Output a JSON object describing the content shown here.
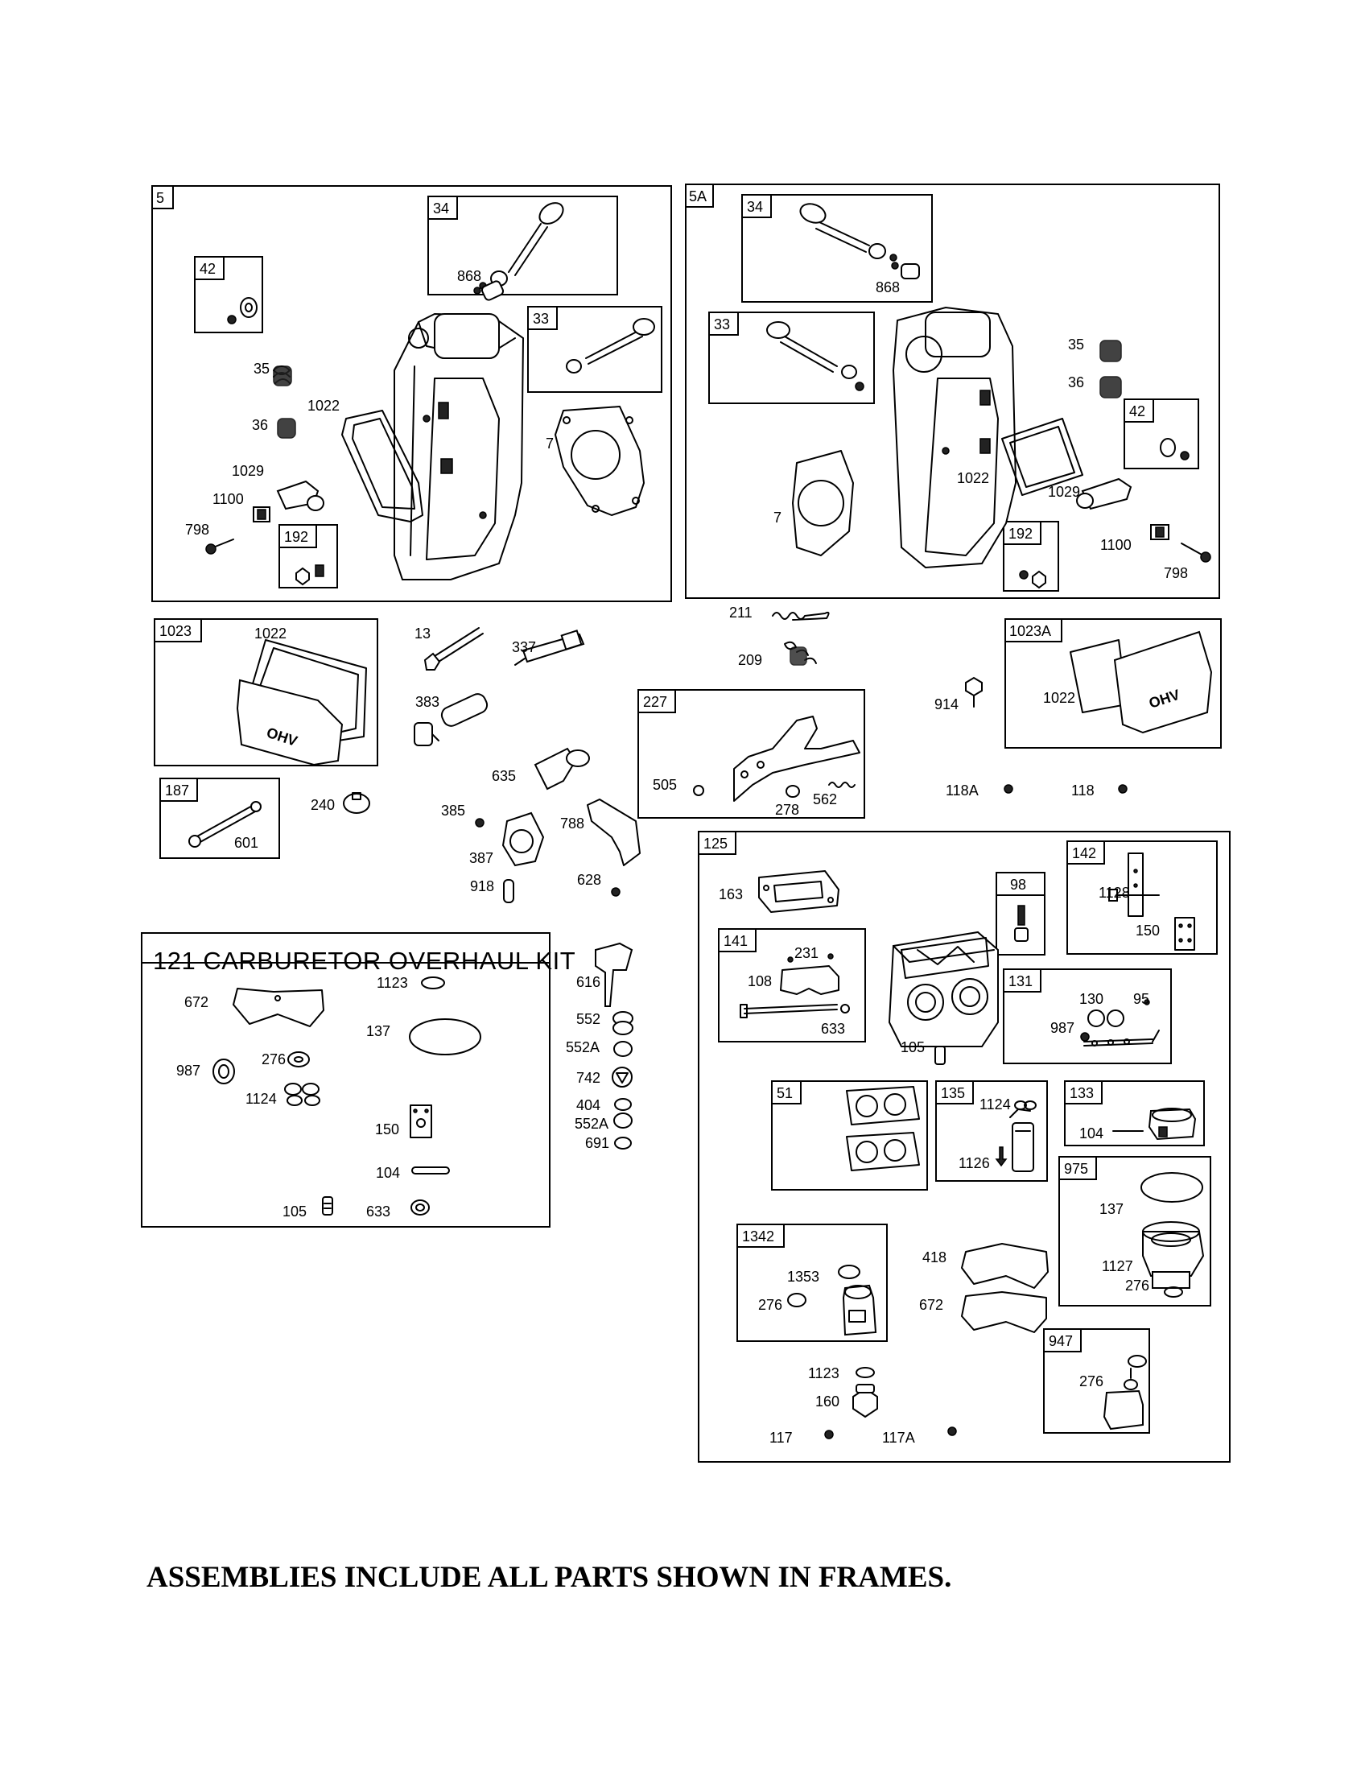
{
  "frames": {
    "f5": "5",
    "f5a": "5A",
    "f34a": "34",
    "f34b": "34",
    "f33a": "33",
    "f33b": "33",
    "f42a": "42",
    "f42b": "42",
    "f192a": "192",
    "f192b": "192",
    "f1023": "1023",
    "f1023a": "1023A",
    "f187": "187",
    "f227": "227",
    "f125": "125",
    "f98": "98",
    "f142": "142",
    "f141": "141",
    "f131": "131",
    "f51": "51",
    "f135": "135",
    "f133": "133",
    "f975": "975",
    "f1342": "1342",
    "f947": "947"
  },
  "kit_title": "121 CARBURETOR OVERHAUL KIT",
  "labels": [
    "868",
    "35",
    "1022",
    "36",
    "7",
    "1029",
    "1100",
    "798",
    "868",
    "35",
    "36",
    "1022",
    "7",
    "1029",
    "1100",
    "798",
    "1022",
    "13",
    "337",
    "383",
    "211",
    "209",
    "914",
    "1022",
    "635",
    "505",
    "278",
    "562",
    "118A",
    "118",
    "240",
    "601",
    "385",
    "788",
    "387",
    "918",
    "628",
    "1123",
    "672",
    "137",
    "276",
    "987",
    "1124",
    "150",
    "104",
    "105",
    "633",
    "616",
    "552",
    "552A",
    "742",
    "404",
    "552A",
    "691",
    "163",
    "1128",
    "150",
    "231",
    "108",
    "633",
    "105",
    "130",
    "95",
    "987",
    "1124",
    "1126",
    "104",
    "137",
    "1127",
    "276",
    "1353",
    "276",
    "418",
    "672",
    "1123",
    "160",
    "276",
    "117",
    "117A"
  ],
  "footer": "ASSEMBLIES INCLUDE ALL PARTS SHOWN IN FRAMES."
}
